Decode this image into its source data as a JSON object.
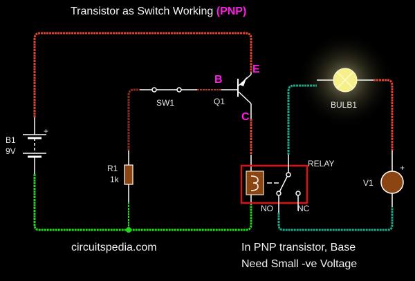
{
  "title": {
    "main": "Transistor as Switch Working",
    "accent": "(PNP)"
  },
  "colors": {
    "wire_positive": "#e0442c",
    "wire_ground": "#22d61c",
    "wire_load": "#1fa58a",
    "wire_base": "#8a2a1e",
    "pin_label": "#ff1ee6",
    "component_fill": "#8b4513",
    "relay_box": "#e01010",
    "bulb": "#f6f08a"
  },
  "components": {
    "battery": {
      "name": "B1",
      "value": "9V",
      "polarity": "+"
    },
    "resistor": {
      "name": "R1",
      "value": "1k"
    },
    "switch": {
      "name": "SW1",
      "state": "closed"
    },
    "transistor": {
      "name": "Q1",
      "type": "PNP",
      "pins": {
        "base": "B",
        "emitter": "E",
        "collector": "C"
      }
    },
    "relay": {
      "name": "RELAY",
      "no_label": "NO",
      "nc_label": "NC"
    },
    "bulb": {
      "name": "BULB1",
      "state": "on"
    },
    "source": {
      "name": "V1",
      "polarity": "+"
    }
  },
  "footer": {
    "site": "circuitspedia.com",
    "note_line1": "In PNP transistor, Base",
    "note_line2": "Need Small -ve Voltage"
  }
}
